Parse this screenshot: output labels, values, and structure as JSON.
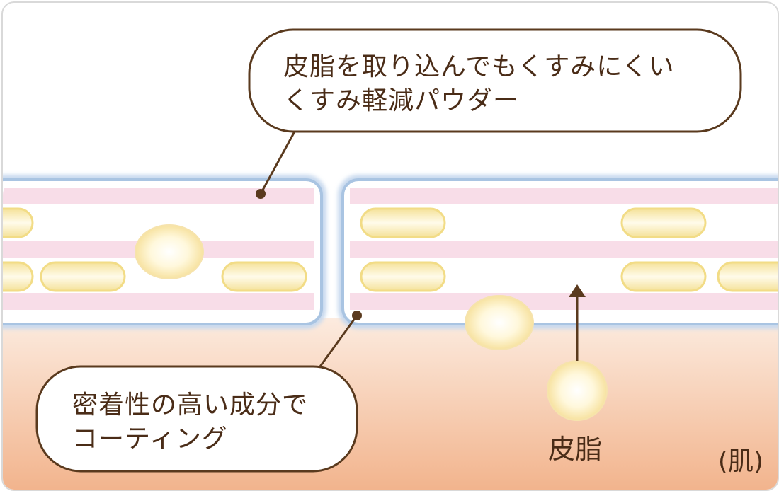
{
  "callouts": {
    "top": {
      "line1": "皮脂を取り込んでもくすみにくい",
      "line2": "くすみ軽減パウダー"
    },
    "bottom": {
      "line1": "密着性の高い成分で",
      "line2": "コーティング"
    }
  },
  "labels": {
    "sebum": "皮脂",
    "skin": "(肌)"
  },
  "colors": {
    "text": "#4a2c17",
    "callout_border": "#5a3a1e",
    "skin_top": "#fbe6d6",
    "skin_bottom": "#f3b892",
    "coating": "#a9c4e2",
    "pink_band": "#f8dde8",
    "powder": "#f2dc86"
  }
}
